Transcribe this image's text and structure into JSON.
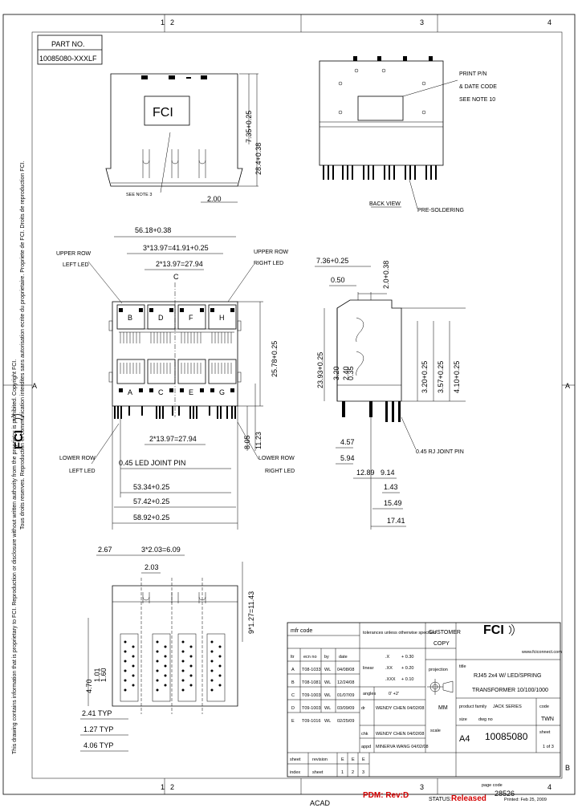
{
  "grid": {
    "top": [
      "1",
      "2",
      "3",
      "4"
    ],
    "side": [
      "A",
      "B"
    ]
  },
  "part_no": {
    "label": "PART NO.",
    "value": "10085080-XXXLF"
  },
  "legal_left": "This drawing contains information that is proprietary to FCI. Reproduction or disclosure without written authority from the proprietor is prohibited. Copyright FCI.",
  "legal_right": "Tous droits reserves. Reproduction et communication interdites sans autorisation ecrite du proprietaire. Propriete de FCI. Droits de reproduction FCI.",
  "fci_logo": "FCI",
  "top_view": {
    "label": "FCI",
    "dims": [
      "7.35+0.25",
      "28.4+0.38",
      "2.00"
    ],
    "note": "SEE NOTE 3"
  },
  "back_view": {
    "title": "BACK VIEW",
    "print_note": [
      "PRINT P/N",
      "& DATE CODE",
      "SEE NOTE 10"
    ],
    "pre_soldering": "PRE-SOLDERING"
  },
  "front_view": {
    "dims_top": [
      "56.18+0.38",
      "3*13.97=41.91+0.25",
      "2*13.97=27.94"
    ],
    "upper_row_left": [
      "UPPER ROW",
      "LEFT LED"
    ],
    "upper_row_right": [
      "UPPER ROW",
      "RIGHT LED"
    ],
    "upper_letters": [
      "B",
      "D",
      "F",
      "H"
    ],
    "lower_letters": [
      "A",
      "C",
      "E",
      "G"
    ],
    "dims_side": [
      "25.78+0.25",
      "8.05",
      "11.23"
    ],
    "dim_mid": "2*13.97=27.94",
    "lower_row_left": [
      "LOWER ROW",
      "LEFT LED"
    ],
    "lower_row_right": [
      "LOWER ROW",
      "RIGHT LED"
    ],
    "led_joint": "0.45 LED JOINT PIN",
    "dims_bottom": [
      "53.34+0.25",
      "57.42+0.25",
      "58.92+0.25"
    ]
  },
  "side_view": {
    "dims": [
      "7.36+0.25",
      "2.0+0.38",
      "0.50",
      "23.93+0.25",
      "3.20",
      "2.40",
      "0.35",
      "3.20+0.25",
      "3.57+0.25",
      "4.10+0.25",
      "4.57",
      "5.94",
      "12.89",
      "9.14",
      "1.43",
      "15.49",
      "17.41"
    ],
    "rj_joint": "0.45 RJ JOINT PIN"
  },
  "bottom_view": {
    "dims": [
      "2.67",
      "3*2.03=6.09",
      "2.03",
      "9*1.27=11.43",
      "4.70",
      "1.01",
      "1.60",
      "2.41 TYP",
      "1.27 TYP",
      "4.06 TYP"
    ]
  },
  "title_block": {
    "notice": "CUSTOMER COPY",
    "mfr_code": "mfr code",
    "rev_header": [
      "ltr",
      "ecn no",
      "by",
      "date"
    ],
    "revisions": [
      [
        "A",
        "T08-1033",
        "WL",
        "04/08/08"
      ],
      [
        "B",
        "T08-1081",
        "WL",
        "12/24/08"
      ],
      [
        "C",
        "T09-1003",
        "WL",
        "01/07/09"
      ],
      [
        "D",
        "T09-1003",
        "WL",
        "03/09/09"
      ],
      [
        "E",
        "T09-1016",
        "WL",
        "02/25/09"
      ]
    ],
    "tolerances_label": "tolerances unless otherwise specified",
    "tolerances": [
      [
        "linear",
        ".X",
        "+ 0.30"
      ],
      [
        "",
        ".XX",
        "+ 0.20"
      ],
      [
        "",
        ".XXX",
        "+ 0.10"
      ],
      [
        "angles",
        "",
        "0' +2'"
      ]
    ],
    "projection": "projection",
    "drawn": [
      "dr",
      "WENDY CHEN 04/02/08"
    ],
    "checked": [
      "chk",
      "WENDY CHEN 04/02/08"
    ],
    "approved": [
      "appd",
      "MINERVA WANG 04/02/08"
    ],
    "title_label": "title",
    "title": [
      "RJ45 2x4 W/ LED/SPRING",
      "TRANSFORMER 10/100/1000"
    ],
    "logo": "FCI",
    "website": "www.fciconnect.com",
    "product_family": "product family",
    "product_family_value": "JACK SERIES",
    "code_label": "code",
    "code_value": "TWN",
    "size_label": "size",
    "size_value": "A4",
    "dwg_no_label": "dwg no",
    "dwg_no": "10085080",
    "sheet_label": "sheet",
    "sheet_value": "1 of 3",
    "scale_label": "scale",
    "mm": "MM",
    "sheet_rev_header": [
      "sheet",
      "revision",
      "E",
      "E",
      "E"
    ],
    "index_row": [
      "index",
      "sheet",
      "1",
      "2",
      "3"
    ]
  },
  "footer": {
    "acad": "ACAD",
    "pdm": "PDM: Rev:D",
    "status_label": "STATUS:",
    "status": "Released",
    "page_code_label": "page code",
    "page_code": "28526",
    "printed": "Printed: Feb 25, 2009"
  }
}
